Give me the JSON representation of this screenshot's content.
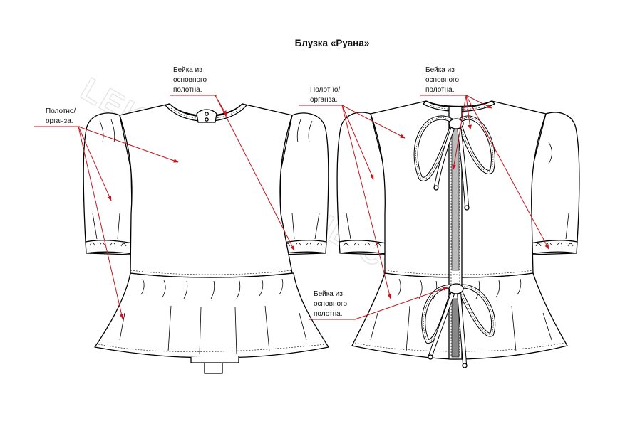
{
  "title": "Блузка «Руана»",
  "watermark": "LEKALOLINGERIE.COM",
  "labels": {
    "front_binding": {
      "line1": "Бейка из",
      "line2": "основного",
      "line3": "полотна."
    },
    "front_fabric": {
      "line1": "Полотно/",
      "line2": "органза."
    },
    "back_fabric": {
      "line1": "Полотно/",
      "line2": "органза."
    },
    "back_binding_top": {
      "line1": "Бейка из",
      "line2": "основного",
      "line3": "полотна."
    },
    "back_binding_bottom": {
      "line1": "Бейка из",
      "line2": "основного",
      "line3": "полотна."
    }
  },
  "colors": {
    "annotation": "#c4161c",
    "outline": "#000000",
    "watermark": "#e3e3e3"
  }
}
